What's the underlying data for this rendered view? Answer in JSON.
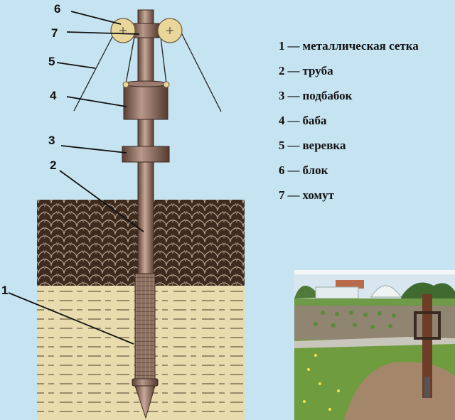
{
  "callouts": [
    "1",
    "2",
    "3",
    "4",
    "5",
    "6",
    "7"
  ],
  "legend": [
    {
      "num": "1",
      "dash": "—",
      "text": "металлическая сетка"
    },
    {
      "num": "2",
      "dash": "—",
      "text": "труба"
    },
    {
      "num": "3",
      "dash": "—",
      "text": "подбабок"
    },
    {
      "num": "4",
      "dash": "—",
      "text": "баба"
    },
    {
      "num": "5",
      "dash": "—",
      "text": "веревка"
    },
    {
      "num": "6",
      "dash": "—",
      "text": "блок"
    },
    {
      "num": "7",
      "dash": "—",
      "text": "хомут"
    }
  ],
  "colors": {
    "background": "#c6e3f1",
    "soil": "#5a4232",
    "sand": "#e8dcae",
    "metal": "#8a6a5a",
    "pulley": "#e9d69a"
  }
}
